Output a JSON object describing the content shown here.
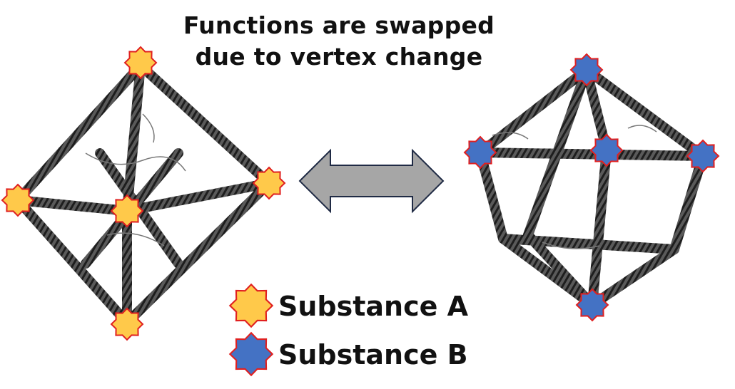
{
  "title": {
    "line1": "Functions are swapped",
    "line2": "due to vertex change"
  },
  "legend": {
    "substance_a": "Substance A",
    "substance_b": "Substance B"
  },
  "colors": {
    "substance_a_fill": "#FFC94A",
    "substance_b_fill": "#4472C4",
    "star_outline": "#E02020",
    "arrow_fill": "#A6A6A6",
    "arrow_stroke": "#1F2A44",
    "strand": "#2b2b2b"
  },
  "icons": {
    "left_structure": "dna-origami-square-bipyramid",
    "right_structure": "dna-origami-octahedron",
    "marker_a": "star-icon-yellow",
    "marker_b": "star-icon-blue",
    "swap_arrow": "double-headed-arrow-icon"
  }
}
